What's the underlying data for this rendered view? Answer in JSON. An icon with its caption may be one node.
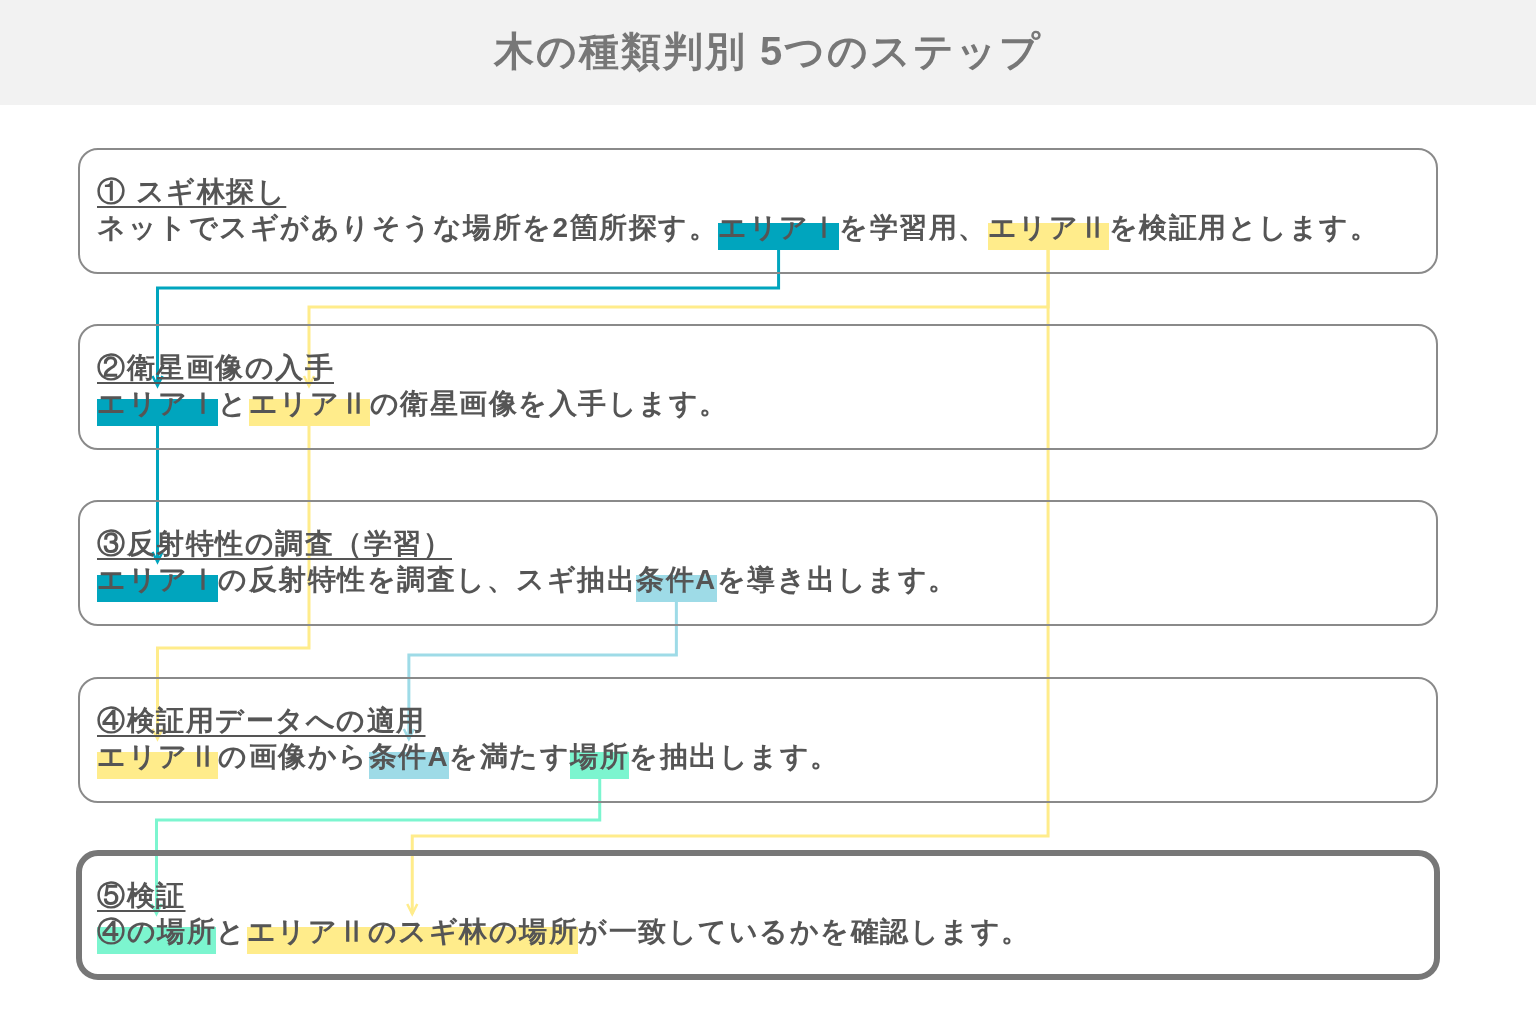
{
  "diagram": {
    "title": "木の種類判別 5つのステップ",
    "nodes": [
      {
        "text": [
          "① スギ林探し",
          "ネットでスギがありそうな場所を2箇所探す。",
          "を学習用、",
          "を検証用とします。"
        ]
      },
      {
        "text": [
          "エリアⅠ"
        ],
        "in": 0
      },
      {
        "text": [
          "エリアⅡ"
        ],
        "in": 0
      },
      {
        "text": [
          "②衛星画像の入手",
          "と",
          "の衛星画像を入手します。"
        ]
      },
      {
        "text": [
          "エリアⅠ"
        ],
        "in": 3
      },
      {
        "text": [
          "エリアⅡ"
        ],
        "in": 3
      },
      {
        "text": [
          "③反射特性の調査（学習）",
          "の反射特性を調査し、スギ抽出",
          "を導き出します。"
        ]
      },
      {
        "text": [
          "エリアⅠ"
        ],
        "in": 6
      },
      {
        "text": [
          "条件A"
        ],
        "in": 6
      },
      {
        "text": [
          "④検証用データへの適用",
          "の画像から",
          "を満たす",
          "を抽出します。"
        ]
      },
      {
        "text": [
          "エリアⅡ"
        ],
        "in": 9
      },
      {
        "text": [
          "条件A"
        ],
        "in": 9
      },
      {
        "text": [
          "場所"
        ],
        "in": 9
      },
      {
        "text": [
          "⑤検証",
          "と",
          "が一致しているかを確認します。"
        ]
      },
      {
        "text": [
          "④の場所"
        ],
        "in": 13
      },
      {
        "text": [
          "エリアⅡのスギ林の場所"
        ],
        "in": 13
      }
    ],
    "edges": [
      {
        "from": 1,
        "to": 4,
        "arrow": "to",
        "color": "#00a5be"
      },
      {
        "from": 4,
        "to": 7,
        "arrow": "to",
        "color": "#00a5be"
      },
      {
        "from": 2,
        "to": 5,
        "arrow": "to"
      },
      {
        "from": 5,
        "to": 10,
        "arrow": "to"
      },
      {
        "from": 2,
        "to": 15,
        "arrow": "to"
      },
      {
        "from": 8,
        "to": 11,
        "arrow": "to",
        "color": "#9edbe7"
      },
      {
        "from": 12,
        "to": 14,
        "arrow": "to",
        "color": "#7cf5cf"
      }
    ]
  }
}
